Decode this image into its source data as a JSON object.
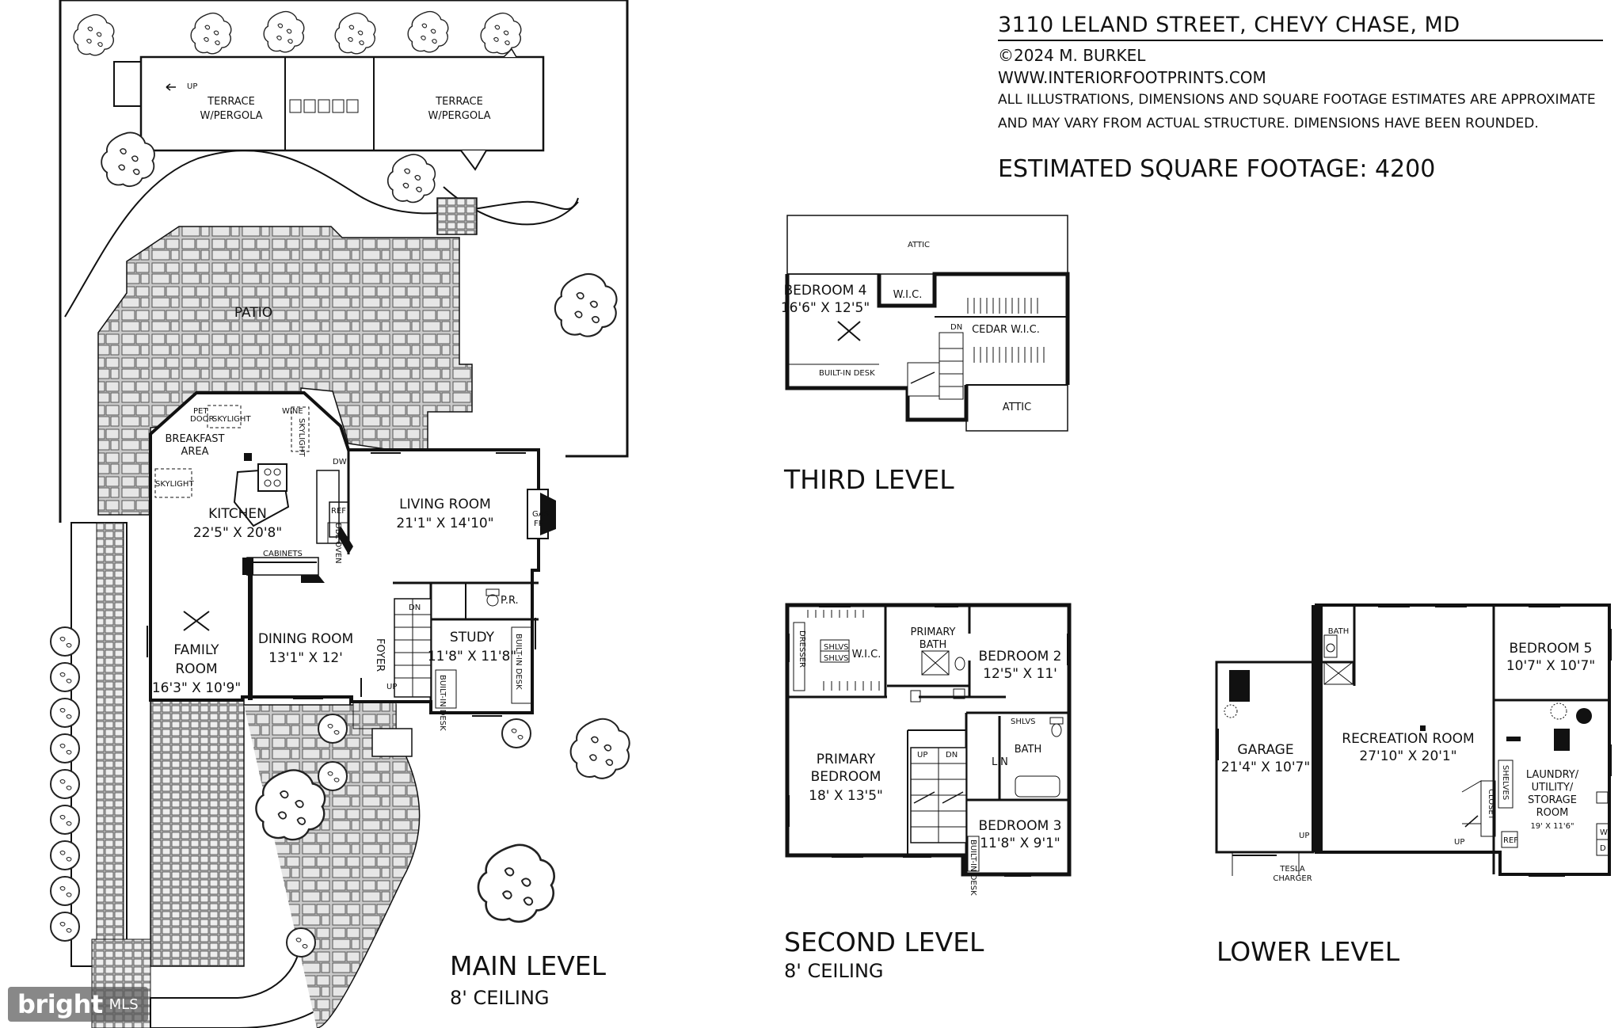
{
  "header": {
    "title": "3110 LELAND STREET, CHEVY CHASE, MD",
    "copyright": "©2024 M. BURKEL",
    "website": "WWW.INTERIORFOOTPRINTS.COM",
    "disclaimer_line1": "ALL ILLUSTRATIONS, DIMENSIONS AND SQUARE FOOTAGE ESTIMATES ARE APPROXIMATE",
    "disclaimer_line2": "AND MAY VARY FROM ACTUAL STRUCTURE. DIMENSIONS HAVE BEEN ROUNDED.",
    "sqft": "ESTIMATED SQUARE FOOTAGE: 4200"
  },
  "levels": {
    "main": {
      "name": "MAIN LEVEL",
      "ceiling": "8' CEILING"
    },
    "third": {
      "name": "THIRD LEVEL"
    },
    "second": {
      "name": "SECOND LEVEL",
      "ceiling": "8' CEILING"
    },
    "lower": {
      "name": "LOWER LEVEL"
    }
  },
  "main_level": {
    "terrace_1": "TERRACE",
    "terrace_1b": "W/PERGOLA",
    "terrace_2": "TERRACE",
    "terrace_2b": "W/PERGOLA",
    "up": "UP",
    "patio": "PATIO",
    "pet_door": "PET",
    "pet_door_b": "DOOR",
    "skylight_1": "SKYLIGHT",
    "wine": "WINE",
    "skylight_2": "SKYLIGHT",
    "breakfast": "BREAKFAST",
    "breakfast_b": "AREA",
    "skylight_3": "SKYLIGHT",
    "dw": "DW",
    "ref": "REF",
    "dbl_oven": "DBL OVEN",
    "kitchen": "KITCHEN",
    "kitchen_dim": "22'5\" X 20'8\"",
    "living": "LIVING ROOM",
    "living_dim": "21'1\" X 14'10\"",
    "gas_fp": "GAS",
    "gas_fp_b": "FP",
    "cabinets": "CABINETS",
    "pr": "P.R.",
    "dn": "DN",
    "dining": "DINING ROOM",
    "dining_dim": "13'1\" X 12'",
    "foyer": "FOYER",
    "study": "STUDY",
    "study_dim": "11'8\" X 11'8\"",
    "family": "FAMILY",
    "family_b": "ROOM",
    "family_dim": "16'3\" X 10'9\"",
    "built_in_desk": "BUILT-IN DESK",
    "up2": "UP"
  },
  "third_level": {
    "attic_top": "ATTIC",
    "bedroom4": "BEDROOM 4",
    "bedroom4_dim": "16'6\" X 12'5\"",
    "wic": "W.I.C.",
    "dn": "DN",
    "cedar_wic": "CEDAR W.I.C.",
    "built_in_desk": "BUILT-IN DESK",
    "attic_bottom": "ATTIC"
  },
  "second_level": {
    "dresser": "DRESSER",
    "shlvs": "SHLVS",
    "wic": "W.I.C.",
    "primary_bath": "PRIMARY",
    "primary_bath_b": "BATH",
    "bedroom2": "BEDROOM 2",
    "bedroom2_dim": "12'5\" X 11'",
    "shlvs2": "SHLVS",
    "bath": "BATH",
    "lin": "LIN",
    "up": "UP",
    "dn": "DN",
    "primary": "PRIMARY",
    "primary_b": "BEDROOM",
    "primary_dim": "18' X 13'5\"",
    "bedroom3": "BEDROOM 3",
    "bedroom3_dim": "11'8\" X 9'1\"",
    "built_in_desk": "BUILT-IN DESK"
  },
  "lower_level": {
    "bath": "BATH",
    "bedroom5": "BEDROOM 5",
    "bedroom5_dim": "10'7\" X 10'7\"",
    "recreation": "RECREATION ROOM",
    "recreation_dim": "27'10\" X 20'1\"",
    "garage": "GARAGE",
    "garage_dim": "21'4\" X 10'7\"",
    "laundry1": "LAUNDRY/",
    "laundry2": "UTILITY/",
    "laundry3": "STORAGE",
    "laundry4": "ROOM",
    "laundry_dim": "19' X 11'6\"",
    "closet": "CLOSET",
    "shelves": "SHELVES",
    "up": "UP",
    "up2": "UP",
    "ref": "REF",
    "w": "W",
    "d": "D",
    "tesla": "TESLA",
    "tesla_b": "CHARGER"
  },
  "watermark": {
    "brand": "bright",
    "suffix": "MLS"
  }
}
